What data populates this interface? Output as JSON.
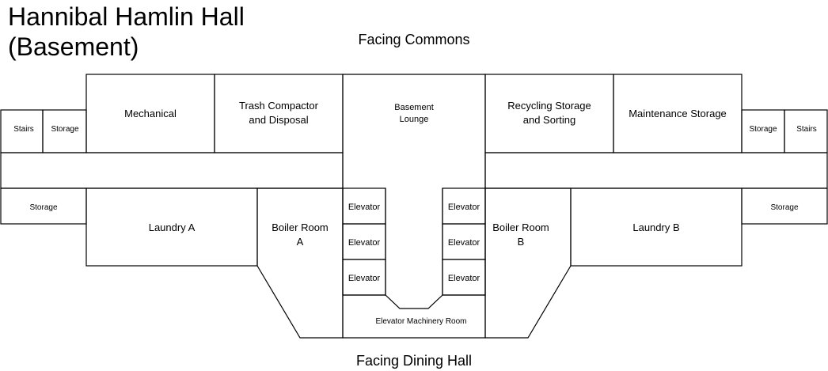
{
  "title": {
    "line1": "Hannibal Hamlin Hall",
    "line2": "(Basement)"
  },
  "directions": {
    "top": "Facing Commons",
    "bottom": "Facing Dining Hall"
  },
  "rooms": {
    "stairs_left": "Stairs",
    "storage_top_left": "Storage",
    "mechanical": "Mechanical",
    "trash_line1": "Trash Compactor",
    "trash_line2": "and Disposal",
    "lounge_line1": "Basement",
    "lounge_line2": "Lounge",
    "recycling_line1": "Recycling Storage",
    "recycling_line2": "and Sorting",
    "maintenance": "Maintenance Storage",
    "storage_top_right": "Storage",
    "stairs_right": "Stairs",
    "storage_mid_left": "Storage",
    "storage_mid_right": "Storage",
    "laundry_a": "Laundry A",
    "laundry_b": "Laundry B",
    "boiler_a_line1": "Boiler Room",
    "boiler_a_line2": "A",
    "boiler_b_line1": "Boiler Room",
    "boiler_b_line2": "B",
    "elevator": "Elevator",
    "elevator_machinery": "Elevator Machinery Room"
  }
}
